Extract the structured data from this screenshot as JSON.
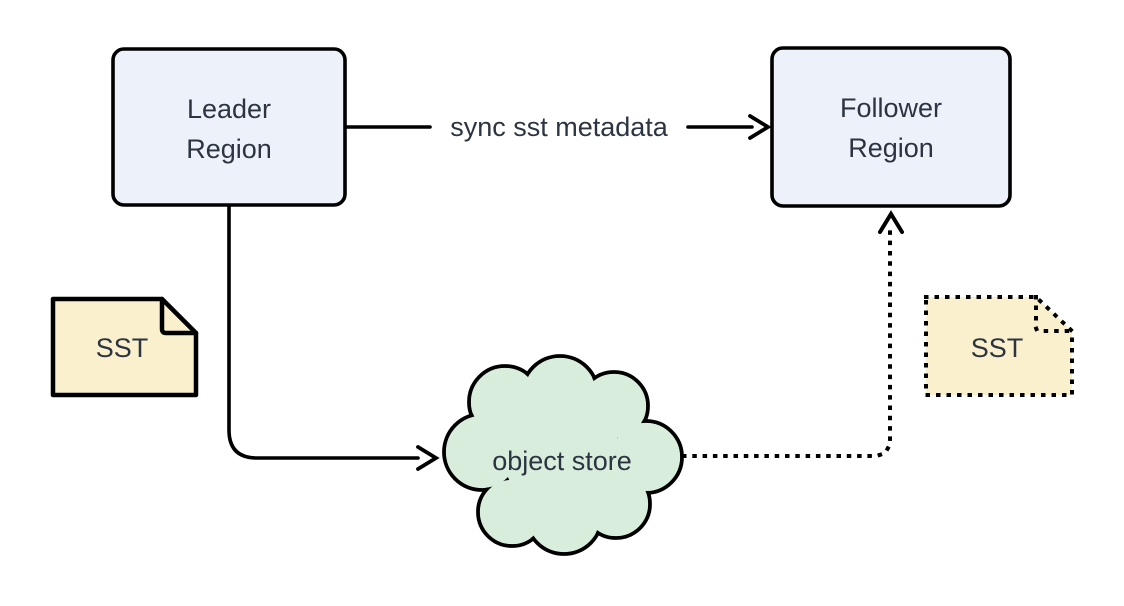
{
  "diagram": {
    "type": "flowchart",
    "nodes": [
      {
        "id": "leader",
        "label": "Leader Region",
        "shape": "rounded-rect"
      },
      {
        "id": "follower",
        "label": "Follower Region",
        "shape": "rounded-rect"
      },
      {
        "id": "sst_leader",
        "label": "SST",
        "shape": "file",
        "border": "solid"
      },
      {
        "id": "sst_follower",
        "label": "SST",
        "shape": "file",
        "border": "dotted"
      },
      {
        "id": "object_store",
        "label": "object store",
        "shape": "cloud"
      }
    ],
    "edges": [
      {
        "from": "leader",
        "to": "follower",
        "label": "sync sst metadata",
        "style": "solid"
      },
      {
        "from": "leader",
        "to": "object_store",
        "label": "",
        "style": "solid"
      },
      {
        "from": "object_store",
        "to": "follower",
        "label": "",
        "style": "dotted"
      }
    ]
  },
  "labels": {
    "leader_line1": "Leader",
    "leader_line2": "Region",
    "follower_line1": "Follower",
    "follower_line2": "Region",
    "sst_left": "SST",
    "sst_right": "SST",
    "object_store": "object store",
    "sync_edge": "sync sst metadata"
  },
  "colors": {
    "region_fill": "#EDF2FA",
    "file_fill": "#FBF0CE",
    "cloud_fill": "#D9EDDD",
    "stroke": "#000000",
    "text": "#2B3440",
    "background": "#FFFFFF"
  }
}
